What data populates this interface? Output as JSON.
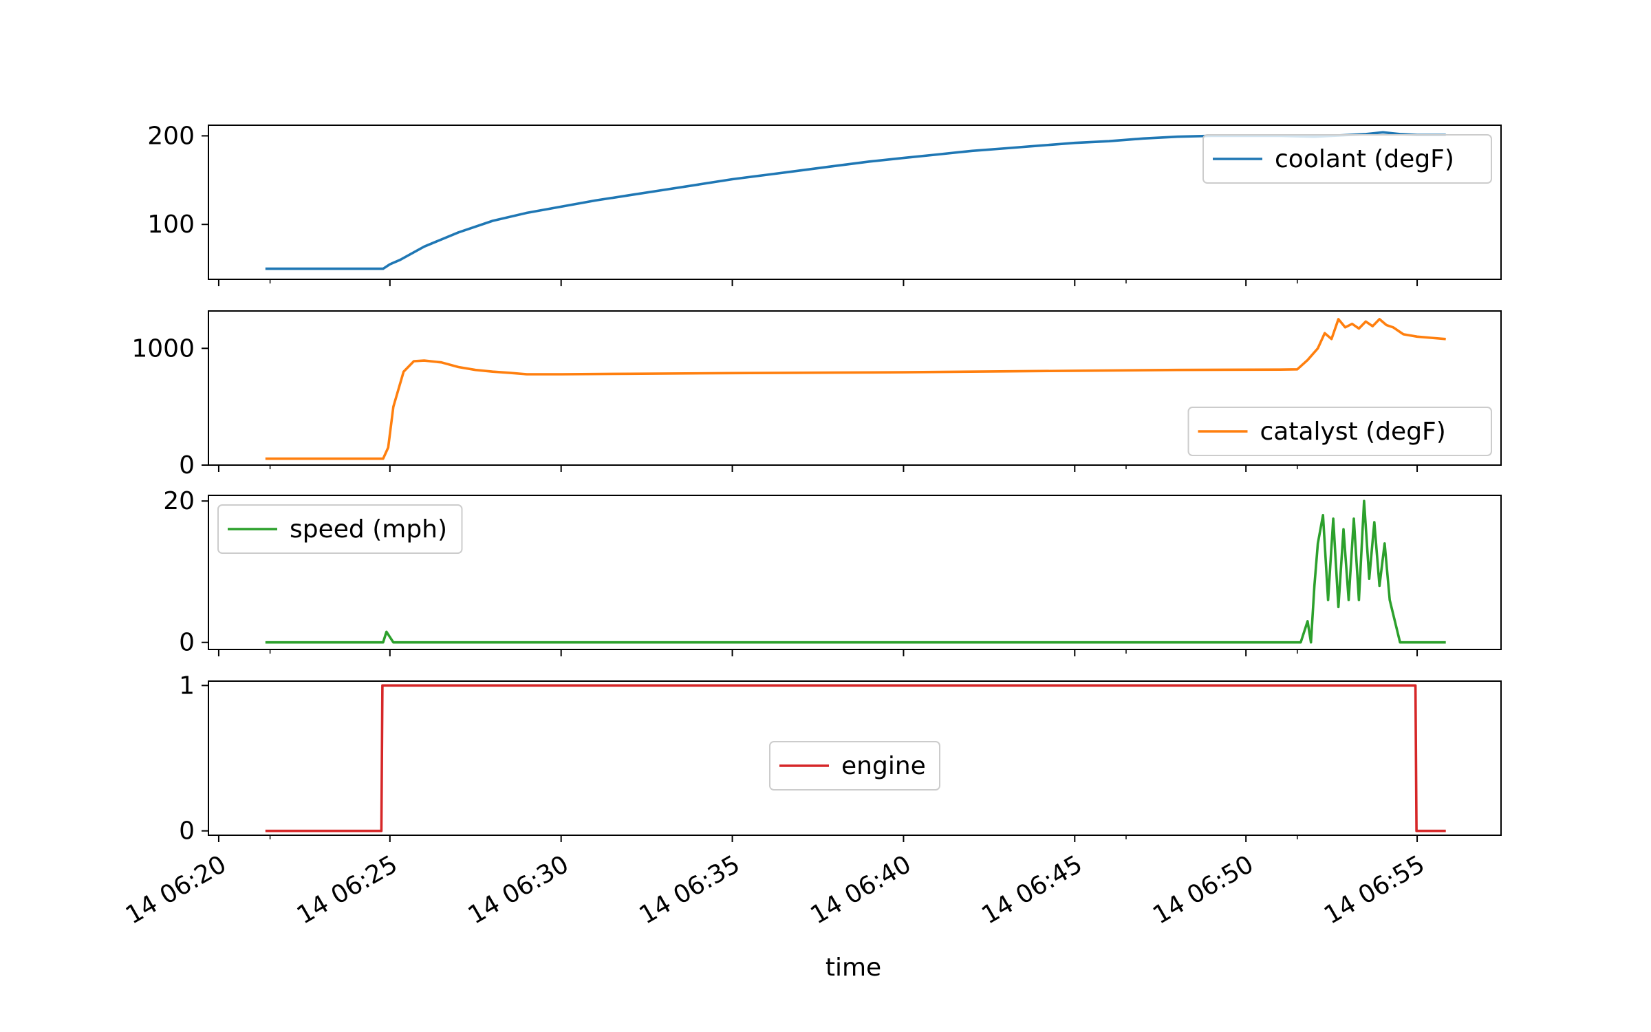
{
  "chart_data": {
    "type": "line",
    "xlabel": "time",
    "x_ticks": [
      "14 06:20",
      "14 06:25",
      "14 06:30",
      "14 06:35",
      "14 06:40",
      "14 06:45",
      "14 06:50",
      "14 06:55"
    ],
    "x_tick_minutes": [
      20,
      25,
      30,
      35,
      40,
      45,
      50,
      55
    ],
    "x_range_minutes": [
      19.7,
      57.45
    ],
    "grid": false,
    "panels": [
      {
        "series_name": "coolant (degF)",
        "color": "#1f77b4",
        "ylim": [
          38,
          212
        ],
        "y_ticks": [
          100,
          200
        ],
        "legend": "top-right",
        "x": [
          21.4,
          24.8,
          25.0,
          25.3,
          26.0,
          27.0,
          28.0,
          29.0,
          30.0,
          31.0,
          32.0,
          33.0,
          34.0,
          35.0,
          36.0,
          37.0,
          38.0,
          39.0,
          40.0,
          41.0,
          42.0,
          43.0,
          44.0,
          45.0,
          46.0,
          47.0,
          48.0,
          49.0,
          50.0,
          51.0,
          52.0,
          53.0,
          53.5,
          54.0,
          54.5,
          55.0,
          55.8
        ],
        "y": [
          50,
          50,
          55,
          60,
          75,
          91,
          104,
          113,
          120,
          127,
          133,
          139,
          145,
          151,
          156,
          161,
          166,
          171,
          175,
          179,
          183,
          186,
          189,
          192,
          194,
          197,
          199,
          200,
          200,
          200,
          199,
          201,
          202,
          204,
          202,
          201,
          201
        ]
      },
      {
        "series_name": "catalyst (degF)",
        "color": "#ff7f0e",
        "ylim": [
          0,
          1320
        ],
        "y_ticks": [
          0,
          1000
        ],
        "legend": "lower-right",
        "x": [
          21.4,
          24.8,
          24.95,
          25.1,
          25.4,
          25.7,
          26.0,
          26.5,
          27.0,
          27.5,
          28.0,
          28.5,
          29.0,
          30.0,
          32.0,
          35.0,
          38.0,
          40.0,
          45.0,
          48.0,
          51.0,
          51.5,
          51.8,
          52.1,
          52.3,
          52.5,
          52.7,
          52.9,
          53.1,
          53.3,
          53.5,
          53.7,
          53.9,
          54.1,
          54.3,
          54.6,
          55.0,
          55.4,
          55.8
        ],
        "y": [
          55,
          55,
          150,
          500,
          800,
          890,
          895,
          880,
          840,
          815,
          800,
          790,
          778,
          778,
          782,
          788,
          792,
          795,
          808,
          815,
          818,
          820,
          900,
          1000,
          1130,
          1080,
          1250,
          1180,
          1210,
          1170,
          1230,
          1190,
          1250,
          1200,
          1180,
          1120,
          1100,
          1090,
          1080
        ]
      },
      {
        "series_name": "speed (mph)",
        "color": "#2ca02c",
        "ylim": [
          -1,
          20.8
        ],
        "y_ticks": [
          0,
          20
        ],
        "legend": "top-left",
        "x": [
          21.4,
          24.8,
          24.9,
          25.1,
          25.3,
          31.0,
          40.0,
          51.6,
          51.8,
          51.9,
          52.0,
          52.1,
          52.25,
          52.4,
          52.55,
          52.7,
          52.85,
          53.0,
          53.15,
          53.3,
          53.45,
          53.6,
          53.75,
          53.9,
          54.05,
          54.2,
          54.35,
          54.5,
          54.65,
          54.8,
          55.0,
          55.4,
          55.8
        ],
        "y": [
          0,
          0,
          1.5,
          0,
          0,
          0,
          0,
          0,
          3,
          0,
          8,
          14,
          18,
          6,
          17.5,
          5,
          16,
          6,
          17.5,
          6,
          20,
          9,
          17,
          8,
          14,
          6,
          3,
          0,
          0,
          0,
          0,
          0,
          0
        ]
      },
      {
        "series_name": "engine",
        "color": "#d62728",
        "ylim": [
          -0.03,
          1.03
        ],
        "y_ticks": [
          0,
          1
        ],
        "legend": "lower-center",
        "x": [
          21.4,
          24.75,
          24.78,
          54.95,
          54.98,
          55.8
        ],
        "y": [
          0,
          0,
          1,
          1,
          0,
          0
        ]
      }
    ]
  }
}
